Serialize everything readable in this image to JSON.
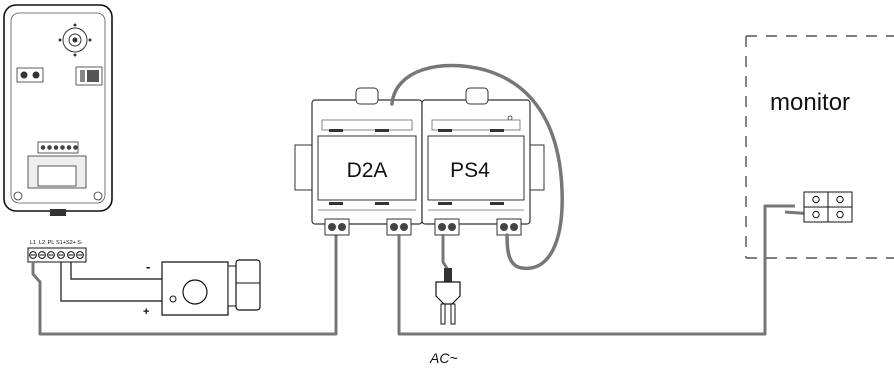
{
  "modules": {
    "d2a": {
      "label": "D2A"
    },
    "ps4": {
      "label": "PS4"
    }
  },
  "monitor": {
    "label": "monitor"
  },
  "terminal_strip": {
    "labels": [
      "L1",
      "L2",
      "PL",
      "S1+",
      "S2+",
      "S-"
    ]
  },
  "lock": {
    "minus": "-",
    "plus": "+"
  },
  "power": {
    "label": "AC~"
  },
  "colors": {
    "line": "#111111",
    "cable": "#777777",
    "dash": "#333333"
  }
}
